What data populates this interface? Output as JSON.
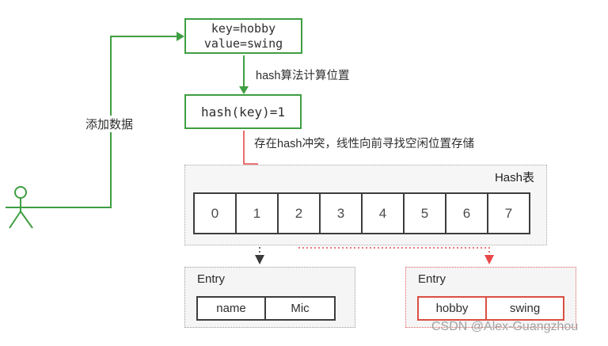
{
  "diagram": {
    "actor_label": "添加数据",
    "key_value_box": {
      "line1": "key=hobby",
      "line2": "value=swing"
    },
    "hash_step_label": "hash算法计算位置",
    "hash_result_box": "hash(key)=1",
    "collision_label": "存在hash冲突，线性向前寻找空闲位置存储"
  },
  "hash_table": {
    "title": "Hash表",
    "cells": [
      "0",
      "1",
      "2",
      "3",
      "4",
      "5",
      "6",
      "7"
    ]
  },
  "entry_left": {
    "title": "Entry",
    "key": "name",
    "value": "Mic"
  },
  "entry_right": {
    "title": "Entry",
    "key": "hobby",
    "value": "swing"
  },
  "watermark": "CSDN @Alex-Guangzhou",
  "colors": {
    "green": "#3f9e42",
    "red": "#e8484a",
    "border_dark": "#3d3d3d",
    "panel_bg": "#f6f6f6",
    "text_dark": "#2e2e2e",
    "watermark_gray": "#a3a3a3"
  }
}
